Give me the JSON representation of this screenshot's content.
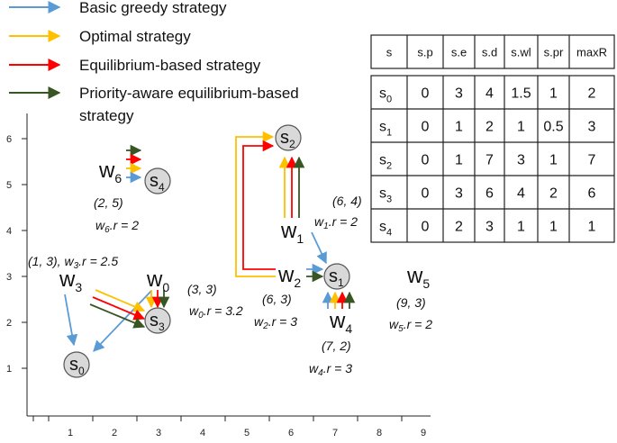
{
  "legend": [
    {
      "label": "Basic greedy strategy",
      "color": "#5b9bd5"
    },
    {
      "label": "Optimal strategy",
      "color": "#ffc000"
    },
    {
      "label": "Equilibrium-based strategy",
      "color": "#ff0000"
    },
    {
      "label": "Priority-aware equilibrium-based",
      "label2": "strategy",
      "color": "#375623"
    }
  ],
  "axes": {
    "x_ticks": [
      "1",
      "2",
      "3",
      "4",
      "5",
      "6",
      "7",
      "8",
      "9"
    ],
    "y_ticks": [
      "1",
      "2",
      "3",
      "4",
      "5",
      "6"
    ]
  },
  "stations": [
    {
      "base": "s",
      "sub": "0"
    },
    {
      "base": "s",
      "sub": "1"
    },
    {
      "base": "s",
      "sub": "2"
    },
    {
      "base": "s",
      "sub": "3"
    },
    {
      "base": "s",
      "sub": "4"
    }
  ],
  "workers": [
    {
      "base": "w",
      "sub": "0",
      "coord": "(3, 3)",
      "r_label": "w",
      "r_sub": "0",
      "r_value": ".r = 3.2"
    },
    {
      "base": "w",
      "sub": "1",
      "coord": "(6, 4)",
      "r_label": "w",
      "r_sub": "1",
      "r_value": ".r = 2"
    },
    {
      "base": "w",
      "sub": "2",
      "coord": "(6, 3)",
      "r_label": "w",
      "r_sub": "2",
      "r_value": ".r = 3"
    },
    {
      "base": "w",
      "sub": "3",
      "coord": "(1, 3),",
      "r_label": "w",
      "r_sub": "3",
      "r_value": ".r = 2.5"
    },
    {
      "base": "w",
      "sub": "4",
      "coord": "(7, 2)",
      "r_label": "w",
      "r_sub": "4",
      "r_value": ".r = 3"
    },
    {
      "base": "w",
      "sub": "5",
      "coord": "(9, 3)",
      "r_label": "w",
      "r_sub": "5",
      "r_value": ".r = 2"
    },
    {
      "base": "w",
      "sub": "6",
      "coord": "(2, 5)",
      "r_label": "w",
      "r_sub": "6",
      "r_value": ".r = 2"
    }
  ],
  "table": {
    "headers": [
      "s",
      "s.p",
      "s.e",
      "s.d",
      "s.wl",
      "s.pr",
      "maxR"
    ],
    "rows": [
      {
        "s": "s",
        "sub": "0",
        "cells": [
          "0",
          "3",
          "4",
          "1.5",
          "1",
          "2"
        ]
      },
      {
        "s": "s",
        "sub": "1",
        "cells": [
          "0",
          "1",
          "2",
          "1",
          "0.5",
          "3"
        ]
      },
      {
        "s": "s",
        "sub": "2",
        "cells": [
          "0",
          "1",
          "7",
          "3",
          "1",
          "7"
        ]
      },
      {
        "s": "s",
        "sub": "3",
        "cells": [
          "0",
          "3",
          "6",
          "4",
          "2",
          "6"
        ]
      },
      {
        "s": "s",
        "sub": "4",
        "cells": [
          "0",
          "2",
          "3",
          "1",
          "1",
          "1"
        ]
      }
    ]
  },
  "colors": {
    "greedy": "#5b9bd5",
    "optimal": "#ffc000",
    "equilibrium": "#ff0000",
    "priority": "#375623",
    "node_fill": "#d9d9d9",
    "node_stroke": "#555555"
  }
}
